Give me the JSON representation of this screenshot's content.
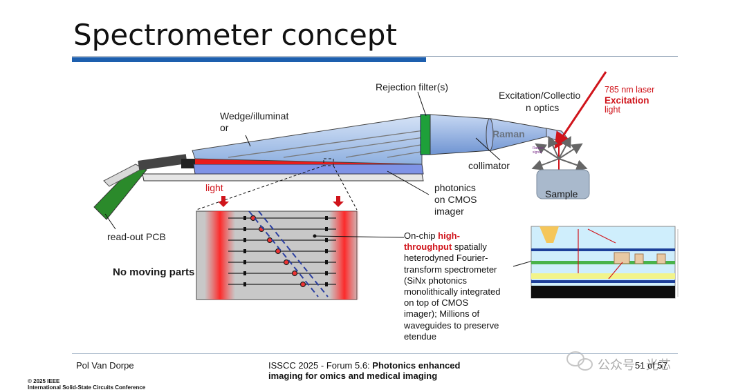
{
  "slide": {
    "title": "Spectrometer concept",
    "labels": {
      "rejection_filter": "Rejection filter(s)",
      "excitation_optics_line1": "Excitation/Collectio",
      "excitation_optics_line2": "n optics",
      "laser_line1": "785 nm laser",
      "laser_line2": "Excitation",
      "laser_line3": "light",
      "wedge_line1": "Wedge/illuminat",
      "wedge_line2": "or",
      "raman": "Raman",
      "raman_signal": "Raman signal",
      "collimator": "collimator",
      "sample": "Sample",
      "light": "light",
      "photonics_line1": "photonics",
      "photonics_line2": "on CMOS",
      "photonics_line3": "imager",
      "readout_pcb": "read-out PCB",
      "no_moving_parts": "No moving parts"
    },
    "description": {
      "line1_pre": "On-chip ",
      "line1_bold": "high-",
      "line2_bold": "throughput",
      "line2_post": " spatially",
      "line3": "heterodyned Fourier-",
      "line4": "transform spectrometer",
      "line5": "(SiNx photonics",
      "line6": "monolithically integrated",
      "line7": "on top of CMOS",
      "line8": "imager); Millions of",
      "line9": "waveguides to preserve",
      "line10": "etendue"
    }
  },
  "footer": {
    "author": "Pol Van Dorpe",
    "event_pre": "ISSCC 2025 - Forum 5.6: ",
    "event_bold_line1": "Photonics enhanced",
    "event_bold_line2": "imaging for omics and medical imaging",
    "page": "51 of 57",
    "watermark_brand": "公众号 · 光芯",
    "copyright_line1": "© 2025 IEEE",
    "copyright_line2": "International Solid-State Circuits Conference"
  },
  "colors": {
    "title_rule": "#1d5fae",
    "accent_red": "#d0141b",
    "wedge_blue": "#a9c3ea",
    "filter_green": "#1ea03a",
    "pcb_green": "#2b8a2b"
  }
}
